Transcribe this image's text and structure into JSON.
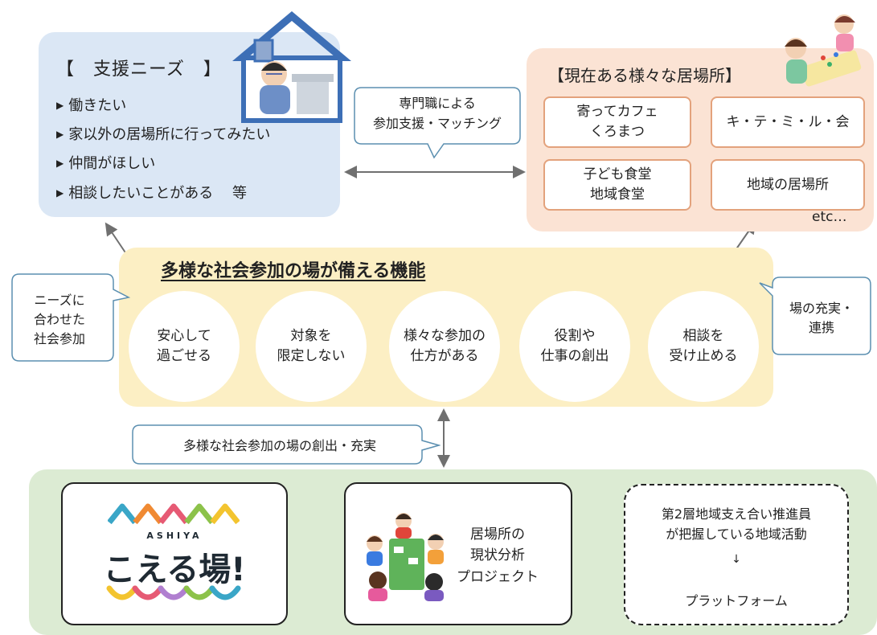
{
  "needs": {
    "title": "【　支援ニーズ　】",
    "items": [
      "働きたい",
      "家以外の居場所に行ってみたい",
      "仲間がほしい",
      "相談したいことがある　 等"
    ]
  },
  "places": {
    "title": "【現在ある様々な居場所】",
    "boxes": [
      "寄ってカフェ\nくろまつ",
      "キ・テ・ミ・ル・会",
      "子ども食堂\n地域食堂",
      "地域の居場所"
    ],
    "etc": "etc…"
  },
  "bubbles": {
    "matching": "専門職による\n参加支援・マッチング",
    "needs_participation": "ニーズに\n合わせた\n社会参加",
    "place_enrichment": "場の充実・\n連携",
    "create": "多様な社会参加の場の創出・充実"
  },
  "functions": {
    "title": "多様な社会参加の場が備える機能",
    "circles": [
      "安心して\n過ごせる",
      "対象を\n限定しない",
      "様々な参加の\n仕方がある",
      "役割や\n仕事の創出",
      "相談を\n受け止める"
    ]
  },
  "bottom": {
    "logo_sub": "ASHIYA",
    "logo_main": "こえる場!",
    "project": "居場所の\n現状分析\nプロジェクト",
    "dash_text": "第2層地域支え合い推進員\nが把握している地域活動",
    "dash_arrow": "↓",
    "platform": "プラットフォーム"
  },
  "colors": {
    "needs_bg": "#dbe7f5",
    "places_bg": "#fbe3d4",
    "functions_bg": "#fcefc4",
    "bottom_bg": "#dcebd3",
    "place_border": "#e3a27c",
    "house_blue": "#3d6fb6",
    "arrow_gray": "#707070"
  }
}
